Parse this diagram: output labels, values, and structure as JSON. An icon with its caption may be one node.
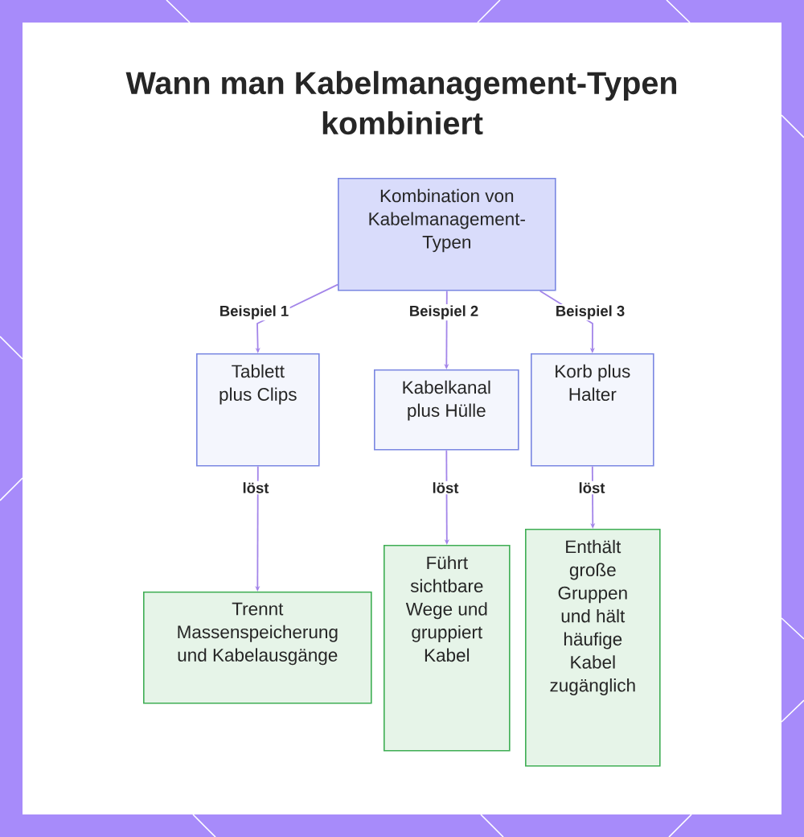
{
  "diagram": {
    "title": "Wann man Kabelmanagement-Typen kombiniert",
    "nodes": [
      {
        "text": [
          "Kombination von Kabelmanagement-Typen"
        ]
      },
      {
        "text": [
          "Tablett plus Clips"
        ]
      },
      {
        "text": [
          "Kabelkanal plus Hülle"
        ]
      },
      {
        "text": [
          "Korb plus Halter"
        ]
      },
      {
        "text": [
          "Trennt Massenspeicherung und Kabelausgänge"
        ]
      },
      {
        "text": [
          "Führt sichtbare Wege und gruppiert Kabel"
        ]
      },
      {
        "text": [
          "Enthält große Gruppen und hält häufige Kabel zugänglich"
        ]
      }
    ],
    "edges": [
      {
        "from": 0,
        "to": 1,
        "arrow": "to",
        "label": "Beispiel 1"
      },
      {
        "from": 0,
        "to": 2,
        "arrow": "to",
        "label": "Beispiel 2"
      },
      {
        "from": 0,
        "to": 3,
        "arrow": "to",
        "label": "Beispiel 3"
      },
      {
        "from": 1,
        "to": 4,
        "arrow": "to",
        "label": "löst"
      },
      {
        "from": 2,
        "to": 5,
        "arrow": "to",
        "label": "löst"
      },
      {
        "from": 3,
        "to": 6,
        "arrow": "to",
        "label": "löst"
      }
    ]
  }
}
